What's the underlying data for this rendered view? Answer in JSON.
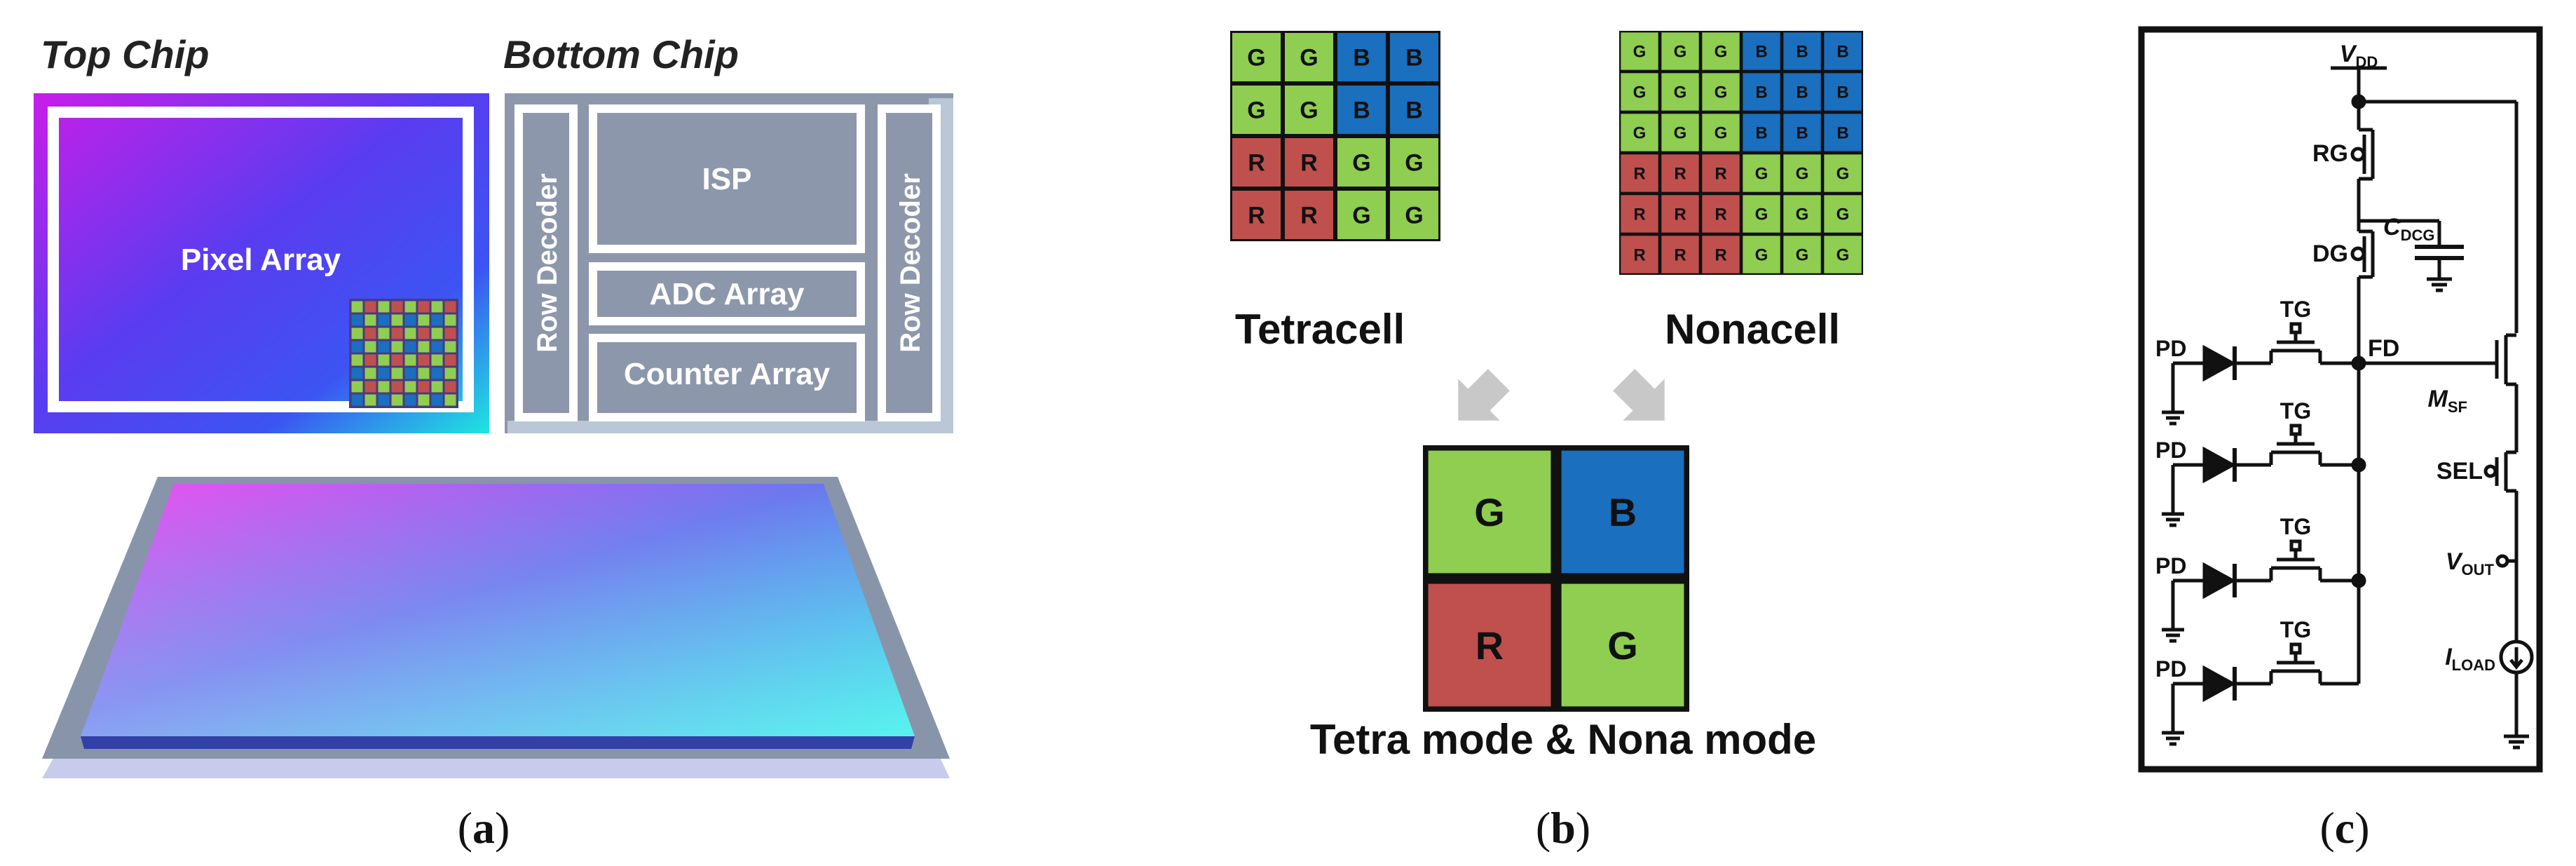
{
  "panel_a": {
    "top_chip_title": "Top Chip",
    "bottom_chip_title": "Bottom Chip",
    "pixel_array_label": "Pixel Array",
    "row_decoder_label": "Row Decoder",
    "isp_label": "ISP",
    "adc_label": "ADC Array",
    "counter_label": "Counter Array",
    "caption_open": "(",
    "caption_letter": "a",
    "caption_close": ")"
  },
  "panel_b": {
    "tetracell_label": "Tetracell",
    "nonacell_label": "Nonacell",
    "mode_label": "Tetra mode & Nona mode",
    "tetracell_grid": [
      [
        "G",
        "G",
        "B",
        "B"
      ],
      [
        "G",
        "G",
        "B",
        "B"
      ],
      [
        "R",
        "R",
        "G",
        "G"
      ],
      [
        "R",
        "R",
        "G",
        "G"
      ]
    ],
    "nonacell_grid": [
      [
        "G",
        "G",
        "G",
        "B",
        "B",
        "B"
      ],
      [
        "G",
        "G",
        "G",
        "B",
        "B",
        "B"
      ],
      [
        "G",
        "G",
        "G",
        "B",
        "B",
        "B"
      ],
      [
        "R",
        "R",
        "R",
        "G",
        "G",
        "G"
      ],
      [
        "R",
        "R",
        "R",
        "G",
        "G",
        "G"
      ],
      [
        "R",
        "R",
        "R",
        "G",
        "G",
        "G"
      ]
    ],
    "mode_grid": [
      [
        "G",
        "B"
      ],
      [
        "R",
        "G"
      ]
    ],
    "colors": {
      "G": "#8fce50",
      "B": "#1a6fbf",
      "R": "#c0504d"
    },
    "caption_open": "(",
    "caption_letter": "b",
    "caption_close": ")"
  },
  "panel_c": {
    "vdd_main": "V",
    "vdd_sub": "DD",
    "rg_label": "RG",
    "dg_label": "DG",
    "cdcg_main": "C",
    "cdcg_sub": "DCG",
    "tg_label": "TG",
    "pd_label": "PD",
    "fd_label": "FD",
    "msf_main": "M",
    "msf_sub": "SF",
    "sel_label": "SEL",
    "vout_main": "V",
    "vout_sub": "OUT",
    "iload_main": "I",
    "iload_sub": "LOAD",
    "caption_open": "(",
    "caption_letter": "c",
    "caption_close": ")"
  }
}
